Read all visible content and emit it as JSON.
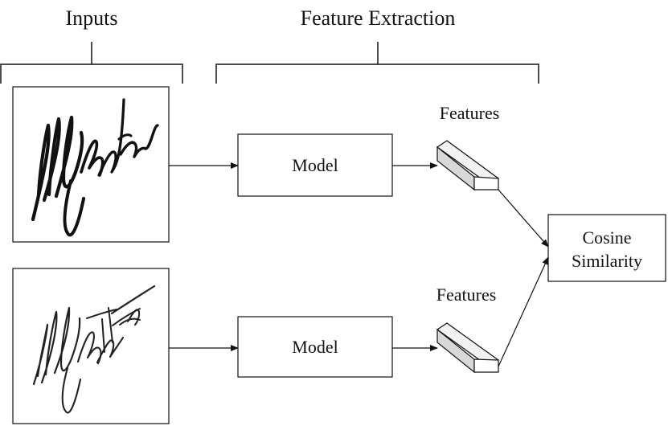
{
  "headers": {
    "inputs": "Inputs",
    "feature_extraction": "Feature Extraction"
  },
  "top_branch": {
    "model_label": "Model",
    "features_label": "Features"
  },
  "bottom_branch": {
    "model_label": "Model",
    "features_label": "Features"
  },
  "similarity": {
    "line1": "Cosine",
    "line2": "Similarity"
  },
  "colors": {
    "ink": "#111111",
    "feature_face_top": "#f2f2f2",
    "feature_face_side": "#d8d8d8",
    "feature_face_front": "#ffffff"
  }
}
